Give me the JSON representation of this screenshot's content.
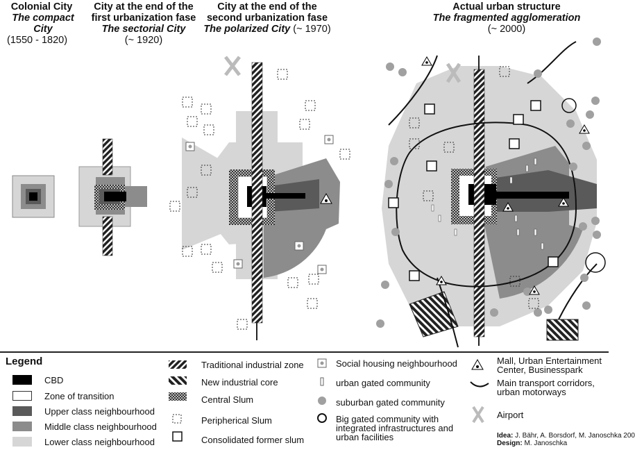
{
  "headers": {
    "col1": {
      "title": "Colonial City",
      "sub": "The compact City",
      "years": "(1550 - 1820)"
    },
    "col2": {
      "title1": "City at the end of the",
      "title2": "first urbanization fase",
      "sub": "The sectorial City",
      "years": "(~ 1920)"
    },
    "col3": {
      "title1": "City at the end of the",
      "title2": "second urbanization fase",
      "sub": "The polarized City",
      "years": "(~ 1970)"
    },
    "col4": {
      "title": "Actual urban structure",
      "sub": "The fragmented agglomeration",
      "years": "(~ 2000)"
    }
  },
  "legend": {
    "title": "Legend",
    "items": {
      "cbd": "CBD",
      "transition": "Zone of transition",
      "upper": "Upper class neighbourhood",
      "middle": "Middle class neighbourhood",
      "lower": "Lower class neighbourhood",
      "trad_industry": "Traditional industrial zone",
      "new_industry": "New industrial core",
      "central_slum": "Central Slum",
      "peripheral_slum": "Peripherical Slum",
      "consolidated_slum": "Consolidated former slum",
      "social_housing": "Social housing neighbourhood",
      "urban_gated": "urban gated community",
      "suburban_gated": "suburban gated community",
      "big_gated": "Big gated community with integrated infrastructures and urban facilities",
      "mall": "Mall, Urban Entertainment Center, Businesspark",
      "transport": "Main transport corridors, urban motorways",
      "airport": "Airport"
    },
    "credit_idea_label": "Idea:",
    "credit_idea": "J. Bähr, A. Borsdorf, M. Janoschka 200",
    "credit_design_label": "Design:",
    "credit_design": "M. Janoschka"
  },
  "colors": {
    "cbd": "#000000",
    "upper": "#5a5a5a",
    "middle": "#8c8c8c",
    "lower": "#d6d6d6",
    "lower_wedge": "#c8c8c8",
    "dot": "#a0a0a0"
  }
}
